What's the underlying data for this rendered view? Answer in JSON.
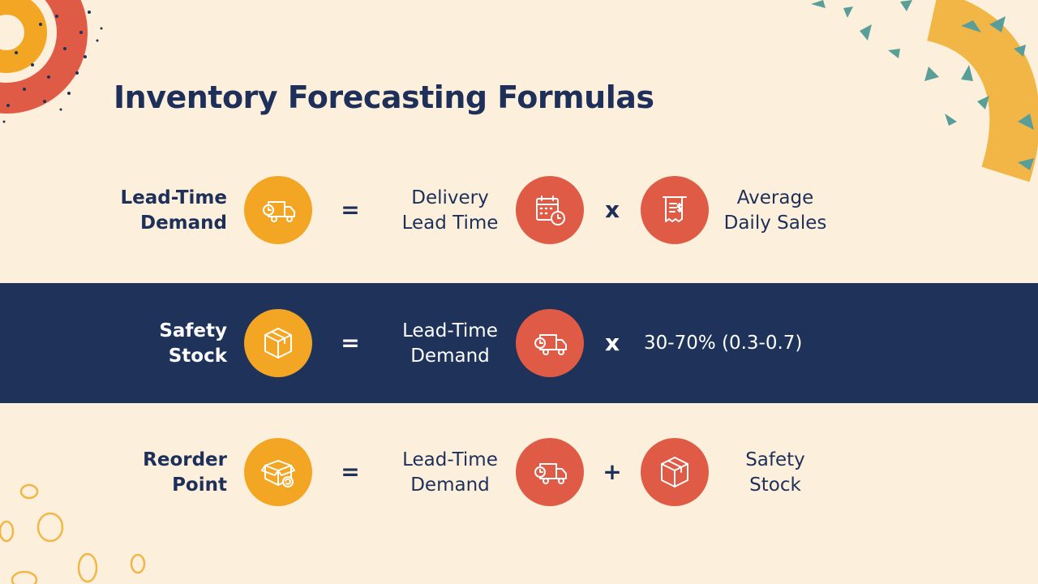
{
  "title": "Inventory Forecasting Formulas",
  "colors": {
    "background": "#fcf0dd",
    "navy": "#1f325a",
    "yellow": "#f2a623",
    "red": "#e05b46",
    "teal": "#5a9e9a"
  },
  "formulas": [
    {
      "result": [
        "Lead-Time",
        "Demand"
      ],
      "result_icon": "delivery-truck-icon",
      "operator1": "=",
      "term1": [
        "Delivery",
        "Lead Time"
      ],
      "term1_icon": "calendar-clock-icon",
      "operator2": "x",
      "term2": [
        "Average",
        "Daily Sales"
      ],
      "term2_icon": "receipt-dollar-icon"
    },
    {
      "result": [
        "Safety",
        "Stock"
      ],
      "result_icon": "box-icon",
      "operator1": "=",
      "term1": [
        "Lead-Time",
        "Demand"
      ],
      "term1_icon": "delivery-truck-icon",
      "operator2": "x",
      "term2": [
        "30-70% (0.3-0.7)"
      ]
    },
    {
      "result": [
        "Reorder",
        "Point"
      ],
      "result_icon": "box-refresh-icon",
      "operator1": "=",
      "term1": [
        "Lead-Time",
        "Demand"
      ],
      "term1_icon": "delivery-truck-icon",
      "operator2": "+",
      "term2": [
        "Safety",
        "Stock"
      ],
      "term2_icon": "box-icon"
    }
  ]
}
